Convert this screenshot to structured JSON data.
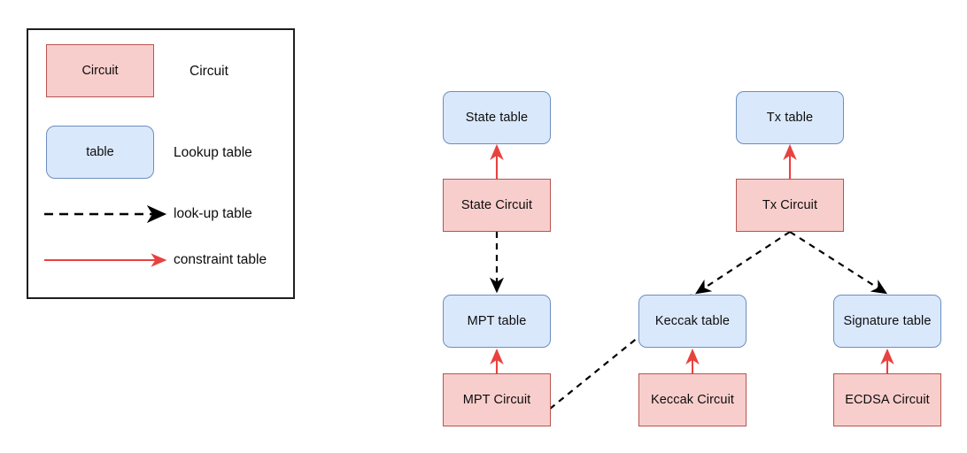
{
  "legend": {
    "title": "",
    "items": [
      {
        "kind": "circuit-swatch",
        "swatch_text": "Circuit",
        "label": "Circuit"
      },
      {
        "kind": "table-swatch",
        "swatch_text": "table",
        "label": "Lookup table"
      },
      {
        "kind": "dashed-arrow",
        "swatch_text": "",
        "label": "look-up table"
      },
      {
        "kind": "red-arrow",
        "swatch_text": "",
        "label": "constraint table"
      }
    ]
  },
  "diagram": {
    "nodes": [
      {
        "id": "state-table",
        "label": "State table",
        "type": "table"
      },
      {
        "id": "tx-table",
        "label": "Tx table",
        "type": "table"
      },
      {
        "id": "state-circuit",
        "label": "State Circuit",
        "type": "circuit"
      },
      {
        "id": "tx-circuit",
        "label": "Tx Circuit",
        "type": "circuit"
      },
      {
        "id": "mpt-table",
        "label": "MPT table",
        "type": "table"
      },
      {
        "id": "keccak-table",
        "label": "Keccak table",
        "type": "table"
      },
      {
        "id": "signature-table",
        "label": "Signature table",
        "type": "table"
      },
      {
        "id": "mpt-circuit",
        "label": "MPT Circuit",
        "type": "circuit"
      },
      {
        "id": "keccak-circuit",
        "label": "Keccak Circuit",
        "type": "circuit"
      },
      {
        "id": "ecdsa-circuit",
        "label": "ECDSA Circuit",
        "type": "circuit"
      }
    ],
    "edges": [
      {
        "from": "state-circuit",
        "to": "state-table",
        "kind": "constraint"
      },
      {
        "from": "tx-circuit",
        "to": "tx-table",
        "kind": "constraint"
      },
      {
        "from": "mpt-circuit",
        "to": "mpt-table",
        "kind": "constraint"
      },
      {
        "from": "keccak-circuit",
        "to": "keccak-table",
        "kind": "constraint"
      },
      {
        "from": "ecdsa-circuit",
        "to": "signature-table",
        "kind": "constraint"
      },
      {
        "from": "state-circuit",
        "to": "mpt-table",
        "kind": "lookup"
      },
      {
        "from": "tx-circuit",
        "to": "keccak-table",
        "kind": "lookup"
      },
      {
        "from": "tx-circuit",
        "to": "signature-table",
        "kind": "lookup"
      },
      {
        "from": "mpt-circuit",
        "to": "keccak-table",
        "kind": "lookup"
      }
    ]
  },
  "colors": {
    "circuit_fill": "#f8cecc",
    "circuit_stroke": "#b85450",
    "table_fill": "#dae8fc",
    "table_stroke": "#6c8ebf",
    "lookup_arrow": "#000000",
    "constraint_arrow": "#e8423f",
    "legend_border": "#1f1f1f",
    "background": "#ffffff"
  }
}
